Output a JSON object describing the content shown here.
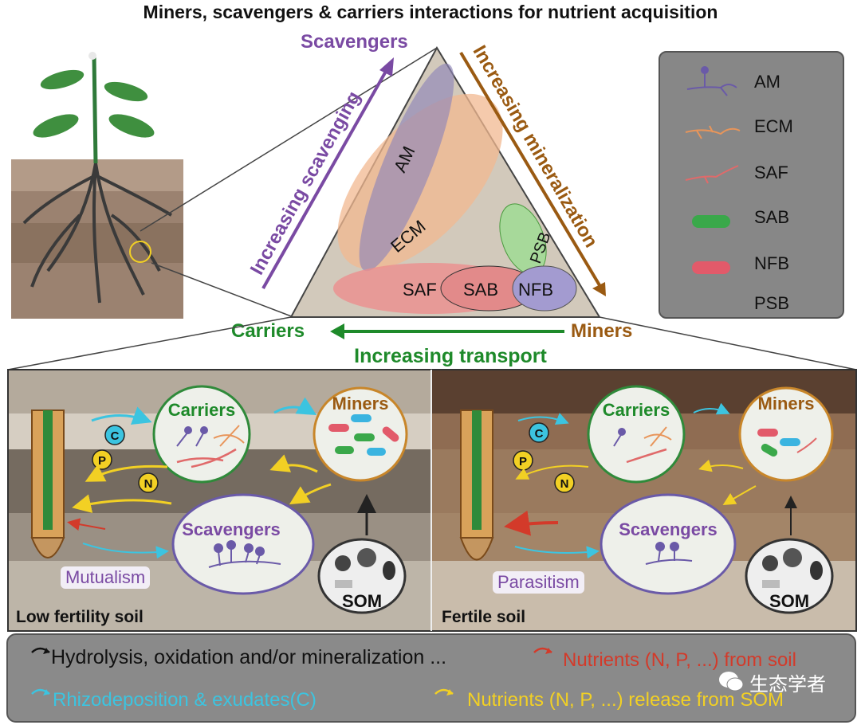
{
  "title": "Miners, scavengers & carriers interactions for nutrient acquisition",
  "triangle": {
    "vertex_top": "Scavengers",
    "vertex_left": "Carriers",
    "vertex_right": "Miners",
    "arrow_left": "Increasing scavenging",
    "arrow_right": "Increasing mineralization",
    "arrow_bottom": "Increasing transport",
    "groups": [
      "AM",
      "ECM",
      "PSB",
      "SAF",
      "SAB",
      "NFB"
    ]
  },
  "legend": {
    "items": [
      {
        "label": "AM",
        "icon": "am-hypha-icon",
        "color": "#6a5aa8"
      },
      {
        "label": "ECM",
        "icon": "ecm-hypha-icon",
        "color": "#e8955a"
      },
      {
        "label": "SAF",
        "icon": "saf-hypha-icon",
        "color": "#e06a6a"
      },
      {
        "label": "SAB",
        "icon": "sab-bacterium-icon",
        "color": "#3aa84a"
      },
      {
        "label": "NFB",
        "icon": "nfb-bacterium-icon",
        "color": "#e25a6a"
      },
      {
        "label": "PSB",
        "icon": "psb-bacterium-icon",
        "color": "#3ab4e0"
      }
    ]
  },
  "panels": {
    "left": {
      "soil_label": "Low fertility soil",
      "carriers": "Carriers",
      "miners": "Miners",
      "scavengers": "Scavengers",
      "som": "SOM",
      "relation": "Mutualism",
      "nutrients": [
        "C",
        "P",
        "N"
      ]
    },
    "right": {
      "soil_label": "Fertile soil",
      "carriers": "Carriers",
      "miners": "Miners",
      "scavengers": "Scavengers",
      "som": "SOM",
      "relation": "Parasitism",
      "nutrients": [
        "C",
        "P",
        "N"
      ]
    }
  },
  "key": {
    "hydrolysis": "Hydrolysis, oxidation and/or mineralization ...",
    "nutrients_soil": "Nutrients (N, P, ...) from soil",
    "rhizodeposition": "Rhizodeposition & exudates(C)",
    "nutrients_som": "Nutrients (N, P, ...) release from SOM"
  },
  "watermark": "生态学者",
  "colors": {
    "purple": "#7a4aa3",
    "brown": "#9a5a12",
    "green": "#1e8a2a",
    "cyan": "#3cc4e0",
    "yellow": "#f2d024",
    "red": "#d33a2a"
  }
}
